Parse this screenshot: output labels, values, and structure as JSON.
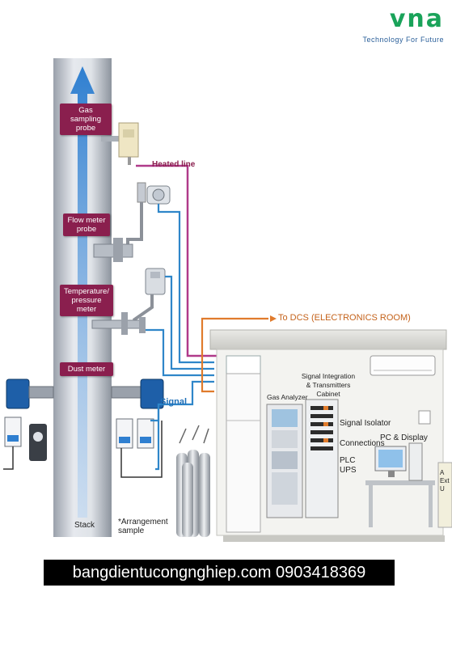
{
  "brand": {
    "logo_text": "vna",
    "tagline": "Technology For Future"
  },
  "stack": {
    "label": "Stack",
    "probes": {
      "gas_sampling": "Gas sampling probe",
      "flow_meter": "Flow meter probe",
      "temperature_pressure": "Temperature/ pressure meter",
      "dust_meter": "Dust meter"
    }
  },
  "lines": {
    "heated_line": "Heated line",
    "signal": "Signal",
    "to_dcs": "To DCS (ELECTRONICS ROOM)"
  },
  "room": {
    "gas_analyzer": "Gas Analyzer",
    "signal_cabinet": "Signal Integration & Transmitters Cabinet",
    "signal_isolator": "Signal Isolator",
    "connections": "Connections",
    "plc": "PLC",
    "ups": "UPS",
    "pc_display": "PC & Display",
    "side_text": "A\nExt\nU"
  },
  "note": "*Arrangement sample",
  "footer": "bangdientucongnghiep.com 0903418369",
  "colors": {
    "tag": "#8a1f4e",
    "heated": "#b03a8a",
    "signal": "#2f86c9",
    "dcs": "#e07b2c",
    "stack": "#c9ced6"
  }
}
